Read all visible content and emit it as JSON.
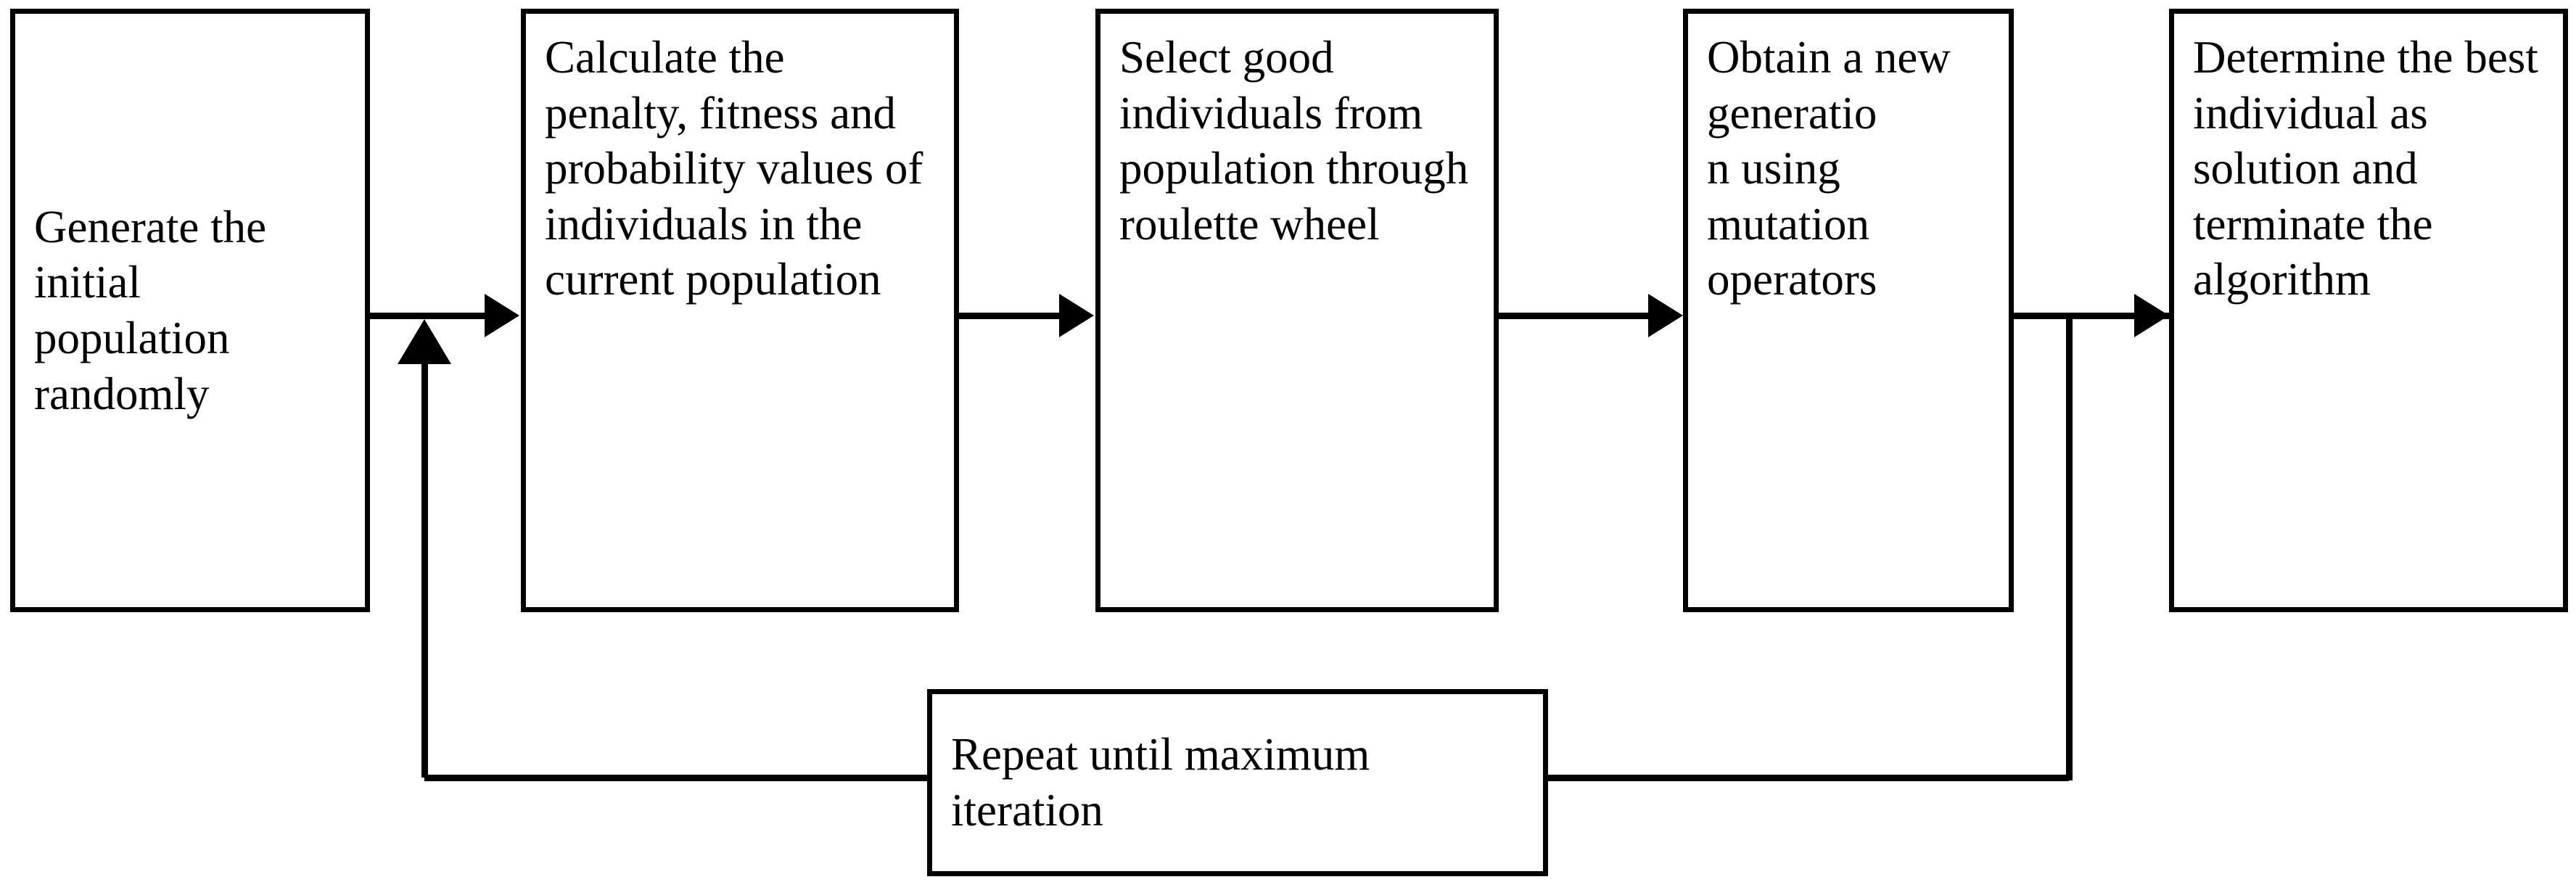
{
  "diagram": {
    "type": "flowchart",
    "orientation": "left-to-right",
    "stroke_color": "#000000",
    "fill_color": "#ffffff",
    "nodes": [
      {
        "id": "generate",
        "label": "Generate the initial population randomly"
      },
      {
        "id": "calculate",
        "label": "Calculate the penalty, fitness and probability values of individuals in the current population"
      },
      {
        "id": "select",
        "label": "Select good individuals from population through roulette wheel"
      },
      {
        "id": "obtain",
        "label": "Obtain a new generatio\nn using mutation operators"
      },
      {
        "id": "determine",
        "label": "Determine the best individual as solution and terminate the algorithm"
      },
      {
        "id": "repeat",
        "label": "Repeat until maximum iteration"
      }
    ],
    "edges": [
      {
        "id": "edge1",
        "from": "generate",
        "to": "calculate",
        "style": "arrow-right"
      },
      {
        "id": "edge2",
        "from": "calculate",
        "to": "select",
        "style": "arrow-right"
      },
      {
        "id": "edge3",
        "from": "select",
        "to": "obtain",
        "style": "arrow-right"
      },
      {
        "id": "edge4",
        "from": "obtain",
        "to": "determine",
        "style": "arrow-right"
      },
      {
        "id": "edge5",
        "from": "obtain",
        "to": "repeat",
        "style": "elbow"
      },
      {
        "id": "edge6",
        "from": "repeat",
        "to": "calculate",
        "style": "elbow-arrow-up"
      }
    ]
  }
}
